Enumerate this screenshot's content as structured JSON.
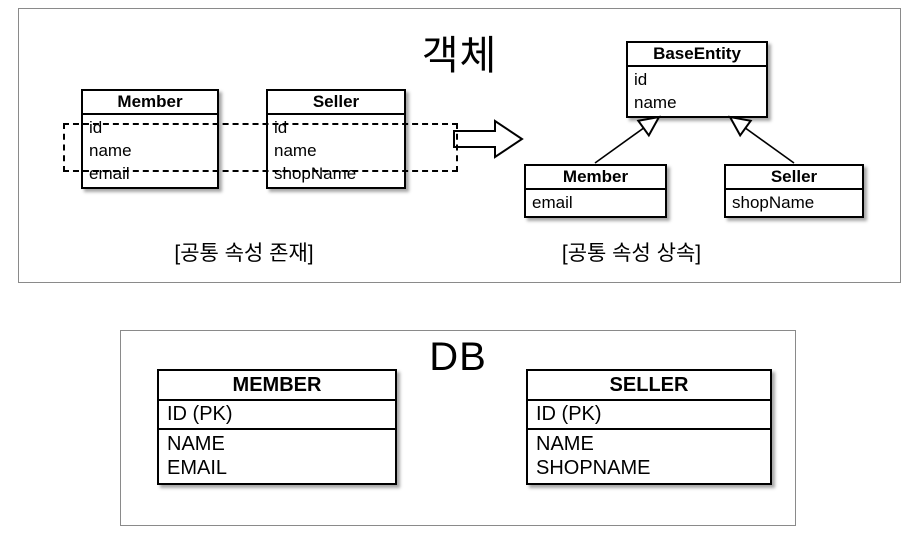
{
  "object_section": {
    "title": "객체",
    "caption_before": "[공통 속성 존재]",
    "caption_after": "[공통 속성 상속]",
    "member_before": {
      "title": "Member",
      "fields": [
        "id",
        "name",
        "email"
      ]
    },
    "seller_before": {
      "title": "Seller",
      "fields": [
        "id",
        "name",
        "shopName"
      ]
    },
    "base_entity": {
      "title": "BaseEntity",
      "fields": [
        "id",
        "name"
      ]
    },
    "member_after": {
      "title": "Member",
      "fields": [
        "email"
      ]
    },
    "seller_after": {
      "title": "Seller",
      "fields": [
        "shopName"
      ]
    }
  },
  "db_section": {
    "title": "DB",
    "member_table": {
      "title": "MEMBER",
      "rows": [
        "ID (PK)",
        "NAME",
        "EMAIL"
      ]
    },
    "seller_table": {
      "title": "SELLER",
      "rows": [
        "ID (PK)",
        "NAME",
        "SHOPNAME"
      ]
    }
  }
}
